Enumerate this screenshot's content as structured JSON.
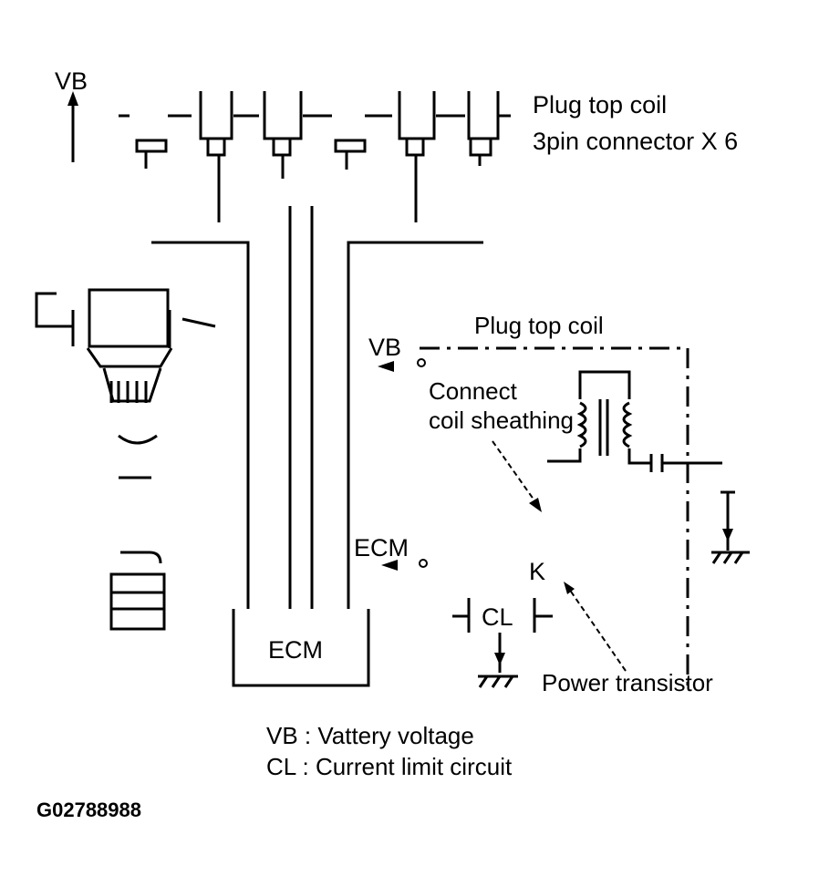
{
  "labels": {
    "vb_top": "VB",
    "plug_top_coil": "Plug top coil",
    "connector": "3pin connector X 6",
    "vb_inset": "VB",
    "plug_top_coil_inset": "Plug top coil",
    "connect": "Connect",
    "coil_sheathing": "coil sheathing",
    "ecm_inset": "ECM",
    "k": "K",
    "cl_box": "CL",
    "power_transistor": "Power transistor",
    "ecm_box": "ECM",
    "legend_vb": "VB : Vattery voltage",
    "legend_cl": "CL : Current limit circuit",
    "figure_code": "G02788988"
  }
}
